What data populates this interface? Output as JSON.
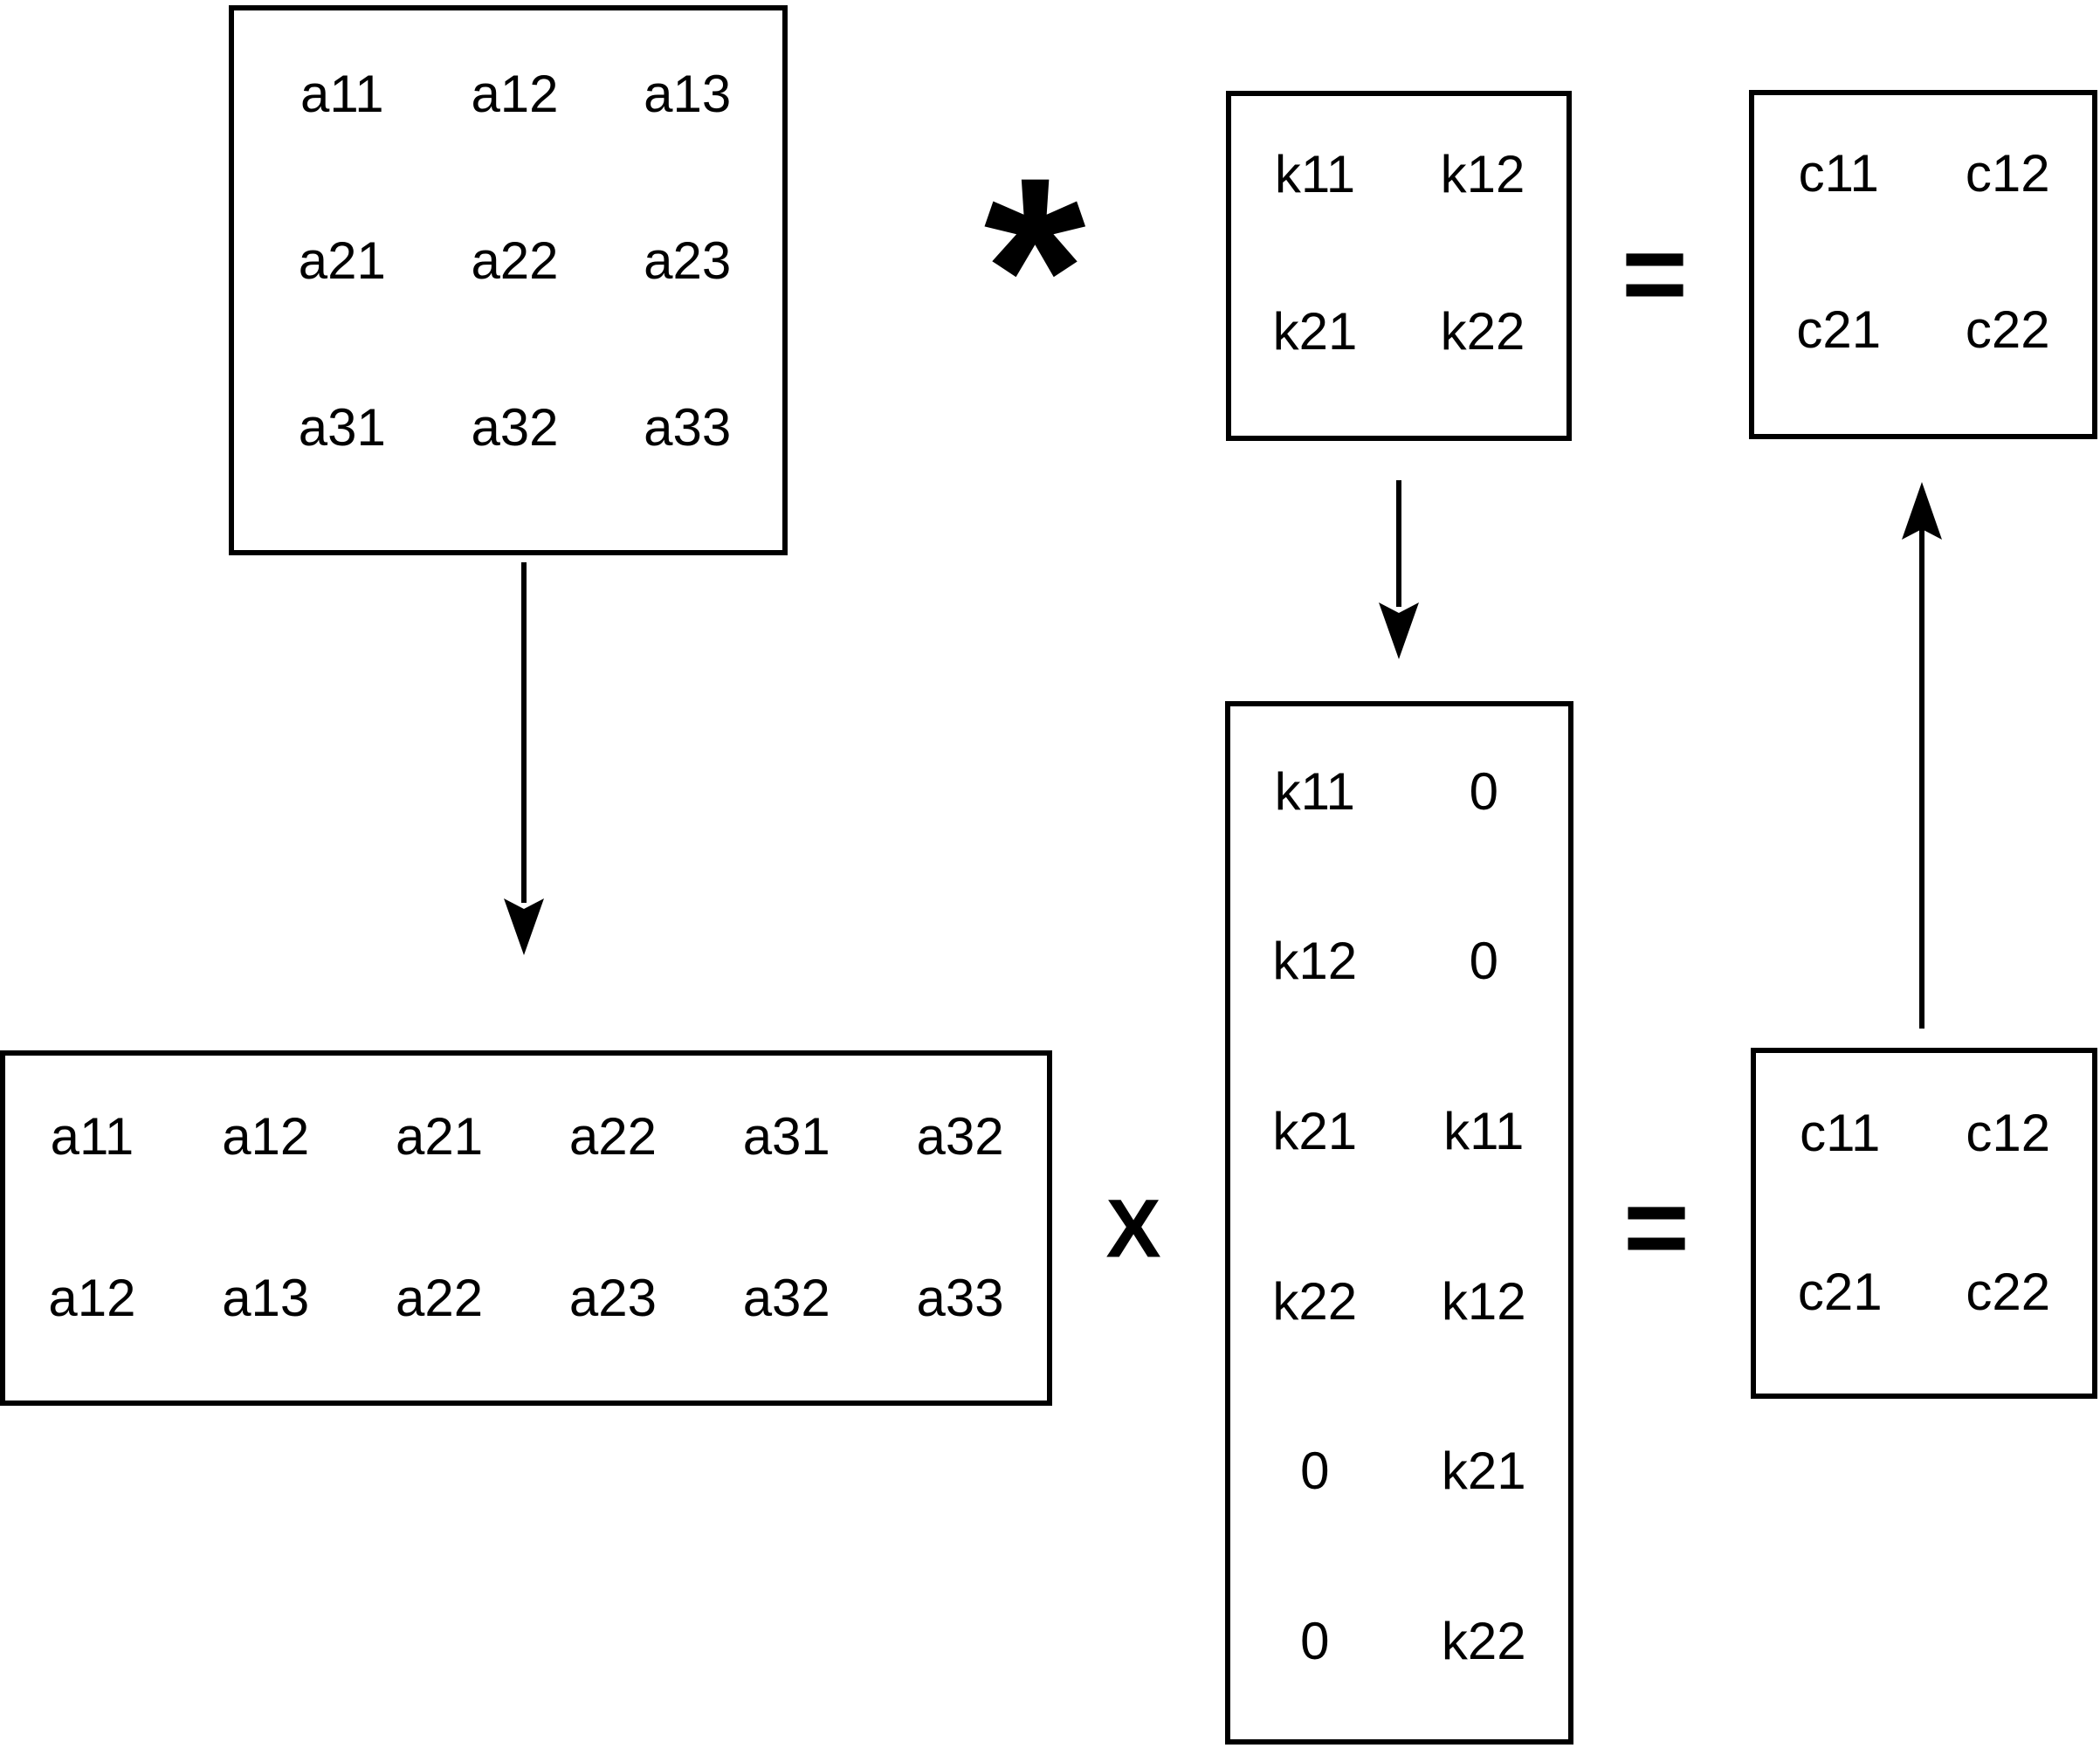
{
  "diagram": {
    "matrices": {
      "input": {
        "rows": [
          [
            "a11",
            "a12",
            "a13"
          ],
          [
            "a21",
            "a22",
            "a23"
          ],
          [
            "a31",
            "a32",
            "a33"
          ]
        ]
      },
      "kernel": {
        "rows": [
          [
            "k11",
            "k12"
          ],
          [
            "k21",
            "k22"
          ]
        ]
      },
      "output_top": {
        "rows": [
          [
            "c11",
            "c12"
          ],
          [
            "c21",
            "c22"
          ]
        ]
      },
      "im2col": {
        "rows": [
          [
            "a11",
            "a12",
            "a21",
            "a22",
            "a31",
            "a32"
          ],
          [
            "a12",
            "a13",
            "a22",
            "a23",
            "a32",
            "a33"
          ]
        ]
      },
      "kernel_matrix": {
        "rows": [
          [
            "k11",
            "0"
          ],
          [
            "k12",
            "0"
          ],
          [
            "k21",
            "k11"
          ],
          [
            "k22",
            "k12"
          ],
          [
            "0",
            "k21"
          ],
          [
            "0",
            "k22"
          ]
        ]
      },
      "output_bottom": {
        "rows": [
          [
            "c11",
            "c12"
          ],
          [
            "c21",
            "c22"
          ]
        ]
      }
    },
    "operators": {
      "convolution": "*",
      "equals_top": "=",
      "matmul": "X",
      "equals_bottom": "="
    },
    "colors": {
      "ink": "#000000",
      "background": "#ffffff"
    }
  }
}
